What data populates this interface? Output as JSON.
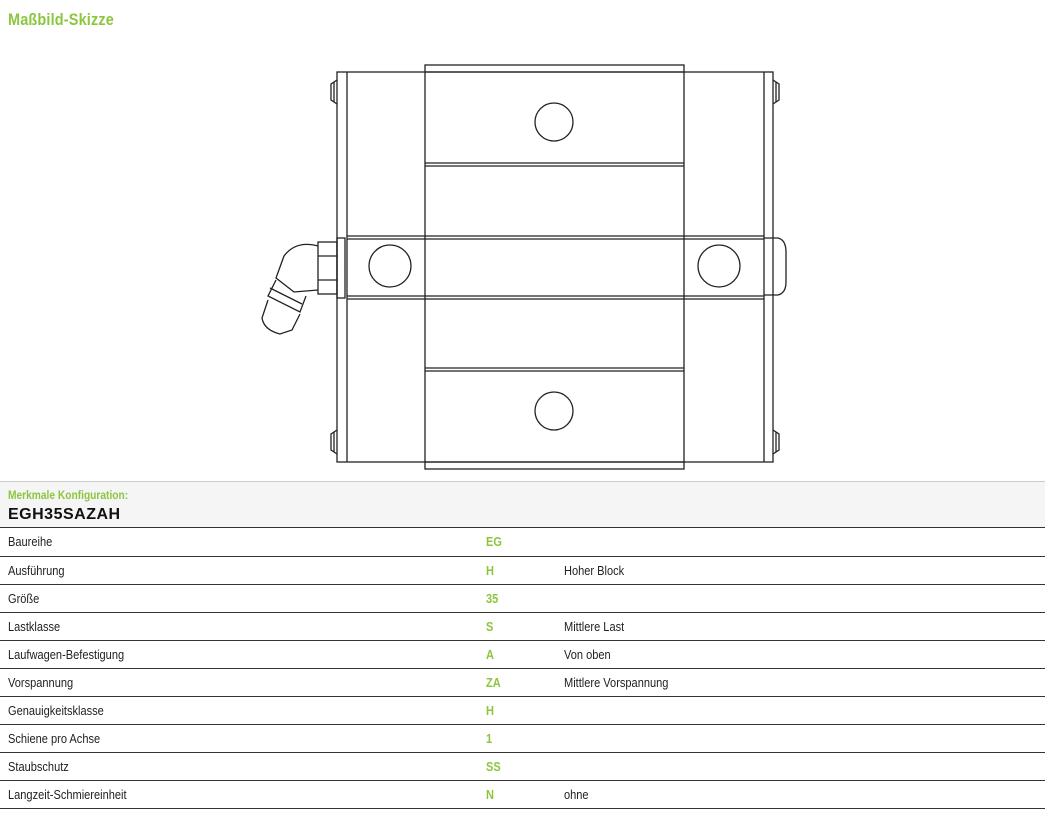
{
  "title": "Maßbild-Skizze",
  "config": {
    "label": "Merkmale Konfiguration:",
    "code": "EGH35SAZAH"
  },
  "rows": [
    {
      "name": "Baureihe",
      "code": "EG",
      "desc": ""
    },
    {
      "name": "Ausführung",
      "code": "H",
      "desc": "Hoher Block"
    },
    {
      "name": "Größe",
      "code": "35",
      "desc": ""
    },
    {
      "name": "Lastklasse",
      "code": "S",
      "desc": "Mittlere Last"
    },
    {
      "name": "Laufwagen-Befestigung",
      "code": "A",
      "desc": "Von oben"
    },
    {
      "name": "Vorspannung",
      "code": "ZA",
      "desc": "Mittlere Vorspannung"
    },
    {
      "name": "Genauigkeitsklasse",
      "code": "H",
      "desc": ""
    },
    {
      "name": "Schiene pro Achse",
      "code": "1",
      "desc": ""
    },
    {
      "name": "Staubschutz",
      "code": "SS",
      "desc": ""
    },
    {
      "name": "Langzeit-Schmiereinheit",
      "code": "N",
      "desc": "ohne"
    }
  ],
  "colors": {
    "accent": "#8cc63f",
    "line": "#222222",
    "header_bg": "#f5f5f5"
  }
}
